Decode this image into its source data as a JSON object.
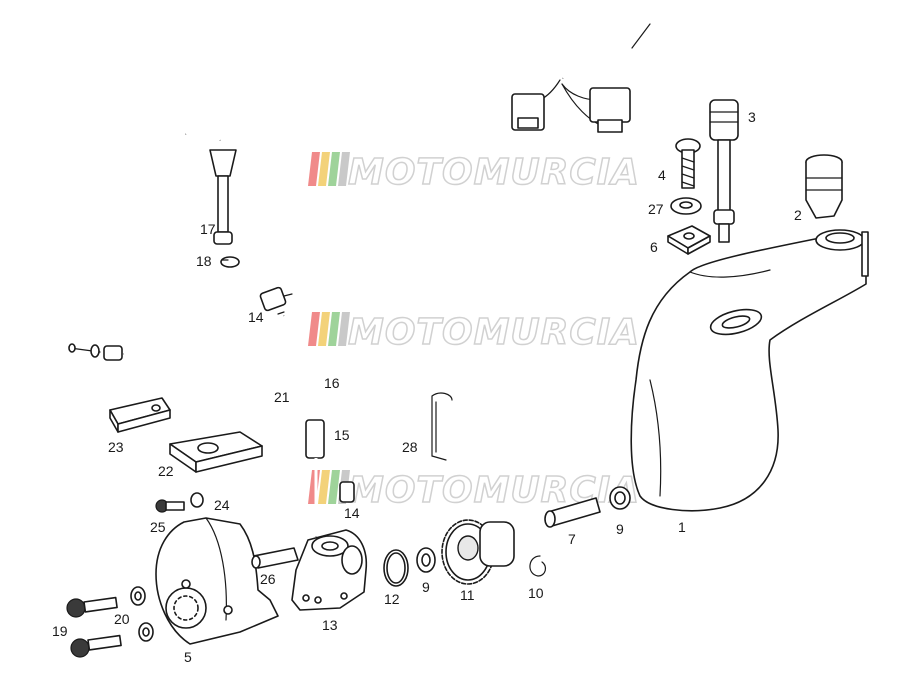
{
  "watermark": {
    "text": "MOTOMURCIA",
    "stripe_colors": [
      "#f08a8a",
      "#f3d27a",
      "#9fd39a",
      "#c9c9c9"
    ]
  },
  "callouts": [
    {
      "id": "1",
      "text": "1"
    },
    {
      "id": "2",
      "text": "2"
    },
    {
      "id": "3",
      "text": "3"
    },
    {
      "id": "4",
      "text": "4"
    },
    {
      "id": "5",
      "text": "5"
    },
    {
      "id": "6",
      "text": "6"
    },
    {
      "id": "7",
      "text": "7"
    },
    {
      "id": "9a",
      "text": "9"
    },
    {
      "id": "9b",
      "text": "9"
    },
    {
      "id": "10",
      "text": "10"
    },
    {
      "id": "11",
      "text": "11"
    },
    {
      "id": "12",
      "text": "12"
    },
    {
      "id": "13",
      "text": "13"
    },
    {
      "id": "14a",
      "text": "14"
    },
    {
      "id": "14b",
      "text": "14"
    },
    {
      "id": "15",
      "text": "15"
    },
    {
      "id": "16",
      "text": "16"
    },
    {
      "id": "17",
      "text": "17"
    },
    {
      "id": "18",
      "text": "18"
    },
    {
      "id": "19",
      "text": "19"
    },
    {
      "id": "20",
      "text": "20"
    },
    {
      "id": "21",
      "text": "21"
    },
    {
      "id": "22",
      "text": "22"
    },
    {
      "id": "23",
      "text": "23"
    },
    {
      "id": "24",
      "text": "24"
    },
    {
      "id": "25",
      "text": "25"
    },
    {
      "id": "26",
      "text": "26"
    },
    {
      "id": "27",
      "text": "27"
    },
    {
      "id": "28",
      "text": "28"
    }
  ]
}
